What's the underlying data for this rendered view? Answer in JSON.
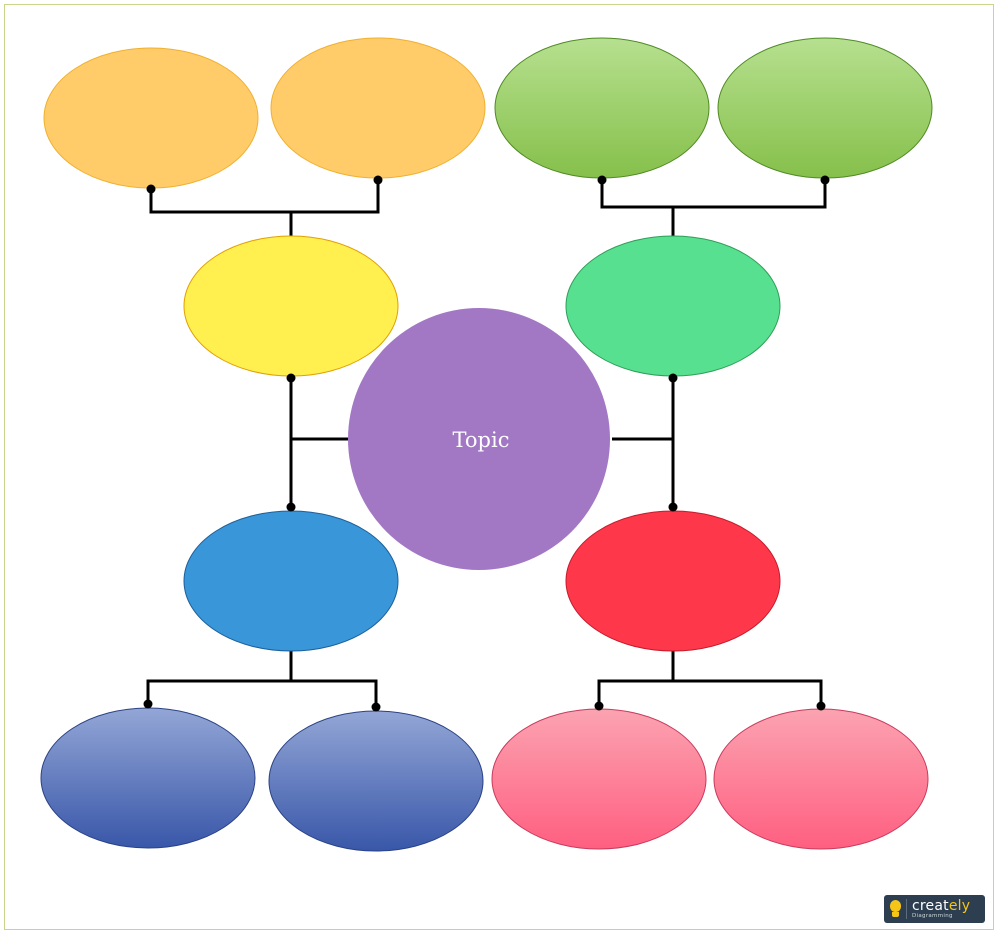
{
  "center": {
    "label": "Topic",
    "color": "#a278c5"
  },
  "nodes": {
    "left_upper": {
      "color": "#ffef4f",
      "stroke": "#e0b000"
    },
    "right_upper": {
      "color": "#57e08f",
      "stroke": "#2f9e58"
    },
    "left_lower": {
      "color": "#3896d9",
      "stroke": "#1c5f9a"
    },
    "right_lower": {
      "color": "#ff374b",
      "stroke": "#c41c2c"
    },
    "orange_leaves": {
      "color": "#ffcc69"
    },
    "green_leaves": {
      "top": "#b6e08f",
      "bottom": "#86c04b"
    },
    "blue_leaves": {
      "top": "#93a6d6",
      "bottom": "#3957a9"
    },
    "pink_leaves": {
      "top": "#fba3b1",
      "bottom": "#ff5f81"
    }
  },
  "branding": {
    "name_main": "creat",
    "name_accent": "ely",
    "tagline": "Diagramming"
  }
}
